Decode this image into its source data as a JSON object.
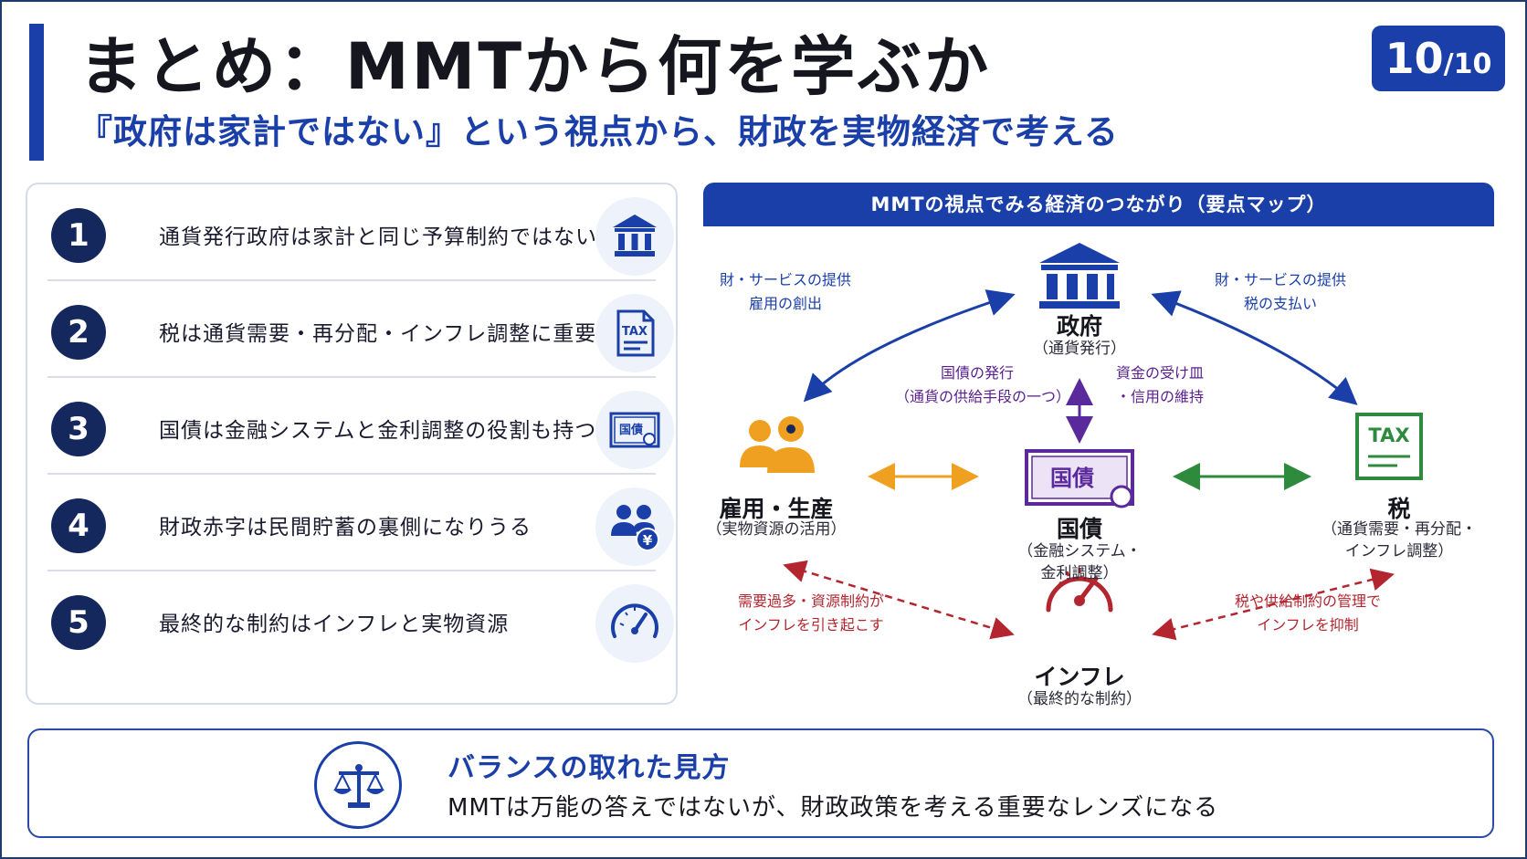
{
  "header": {
    "title": "まとめ：MMTから何を学ぶか",
    "subtitle": "『政府は家計ではない』という視点から、財政を実物経済で考える",
    "page_current": "10",
    "page_total": "/10"
  },
  "points": [
    {
      "num": "1",
      "text": "通貨発行政府は家計と同じ予算制約ではない",
      "icon": "bank-icon"
    },
    {
      "num": "2",
      "text": "税は通貨需要・再分配・インフレ調整に重要",
      "icon": "tax-document-icon"
    },
    {
      "num": "3",
      "text": "国債は金融システムと金利調整の役割も持つ",
      "icon": "bond-certificate-icon"
    },
    {
      "num": "4",
      "text": "財政赤字は民間貯蓄の裏側になりうる",
      "icon": "people-yen-icon"
    },
    {
      "num": "5",
      "text": "最終的な制約はインフレと実物資源",
      "icon": "gauge-icon"
    }
  ],
  "map": {
    "header": "MMTの視点でみる経済のつながり（要点マップ）",
    "government": {
      "label": "政府",
      "sub": "（通貨発行）"
    },
    "employment": {
      "label": "雇用・生産",
      "sub": "（実物資源の活用）"
    },
    "bonds": {
      "label": "国債",
      "sub_lines": [
        "（金融システム・",
        "金利調整）"
      ],
      "certificate_text": "国債"
    },
    "tax": {
      "label": "税",
      "sub_lines": [
        "（通貨需要・再分配・",
        "インフレ調整）"
      ],
      "icon_text": "TAX"
    },
    "inflation": {
      "label": "インフレ",
      "sub": "（最終的な制約）"
    },
    "annotations": {
      "gov_to_emp": [
        "財・サービスの提供",
        "雇用の創出"
      ],
      "gov_to_tax": [
        "財・サービスの提供",
        "税の支払い"
      ],
      "bond_issue": [
        "国債の発行",
        "（通貨の供給手段の一つ）"
      ],
      "bond_receive": [
        "資金の受け皿",
        "・信用の維持"
      ],
      "emp_to_inf": [
        "需要過多・資源制約が",
        "インフレを引き起こす"
      ],
      "tax_to_inf": [
        "税や供給制約の管理で",
        "インフレを抑制"
      ]
    },
    "colors": {
      "blue": "#1a3fa8",
      "purple": "#5a2a9c",
      "orange": "#f0a020",
      "green": "#2e8b3e",
      "red": "#b3262f"
    }
  },
  "summary": {
    "title": "バランスの取れた見方",
    "text": "MMTは万能の答えではないが、財政政策を考える重要なレンズになる",
    "icon": "balance-scale-icon"
  }
}
